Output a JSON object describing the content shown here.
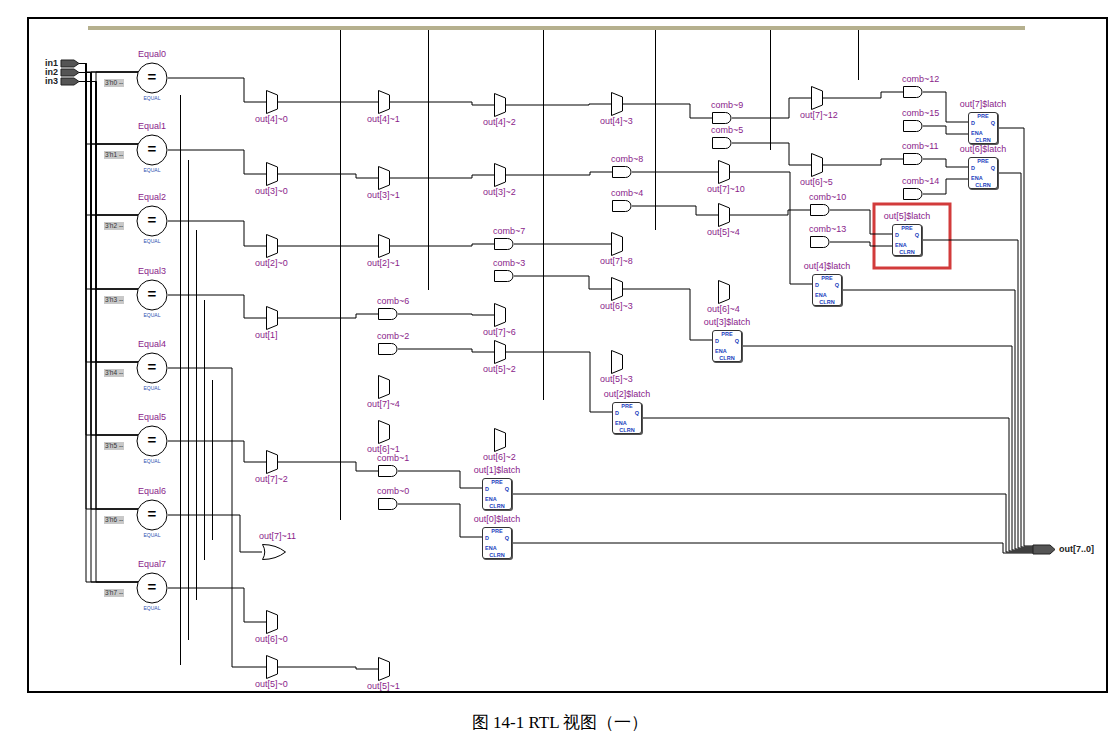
{
  "diagram": {
    "caption": "图 14-1 RTL 视图（一）",
    "nodes": [
      {
        "text": [
          "in1"
        ]
      },
      {
        "text": [
          "in2"
        ]
      },
      {
        "text": [
          "in3"
        ]
      },
      {
        "text": [
          "Equal0",
          "=",
          "EQUAL"
        ]
      },
      {
        "text": [
          "Equal1",
          "=",
          "EQUAL"
        ]
      },
      {
        "text": [
          "Equal2",
          "=",
          "EQUAL"
        ]
      },
      {
        "text": [
          "Equal3",
          "=",
          "EQUAL"
        ]
      },
      {
        "text": [
          "Equal4",
          "=",
          "EQUAL"
        ]
      },
      {
        "text": [
          "Equal5",
          "=",
          "EQUAL"
        ]
      },
      {
        "text": [
          "Equal6",
          "=",
          "EQUAL"
        ]
      },
      {
        "text": [
          "Equal7",
          "=",
          "EQUAL"
        ]
      },
      {
        "text": [
          "out[4]~0"
        ]
      },
      {
        "text": [
          "out[3]~0"
        ]
      },
      {
        "text": [
          "out[2]~0"
        ]
      },
      {
        "text": [
          "out[1]"
        ]
      },
      {
        "text": [
          "out[7]~2"
        ]
      },
      {
        "text": [
          "out[7]~11"
        ]
      },
      {
        "text": [
          "out[6]~0"
        ]
      },
      {
        "text": [
          "out[5]~0"
        ]
      },
      {
        "text": [
          "out[4]~1"
        ]
      },
      {
        "text": [
          "out[3]~1"
        ]
      },
      {
        "text": [
          "out[2]~1"
        ]
      },
      {
        "text": [
          "comb~6"
        ]
      },
      {
        "text": [
          "comb~2"
        ]
      },
      {
        "text": [
          "out[7]~4"
        ]
      },
      {
        "text": [
          "out[6]~1"
        ]
      },
      {
        "text": [
          "comb~1"
        ]
      },
      {
        "text": [
          "comb~0"
        ]
      },
      {
        "text": [
          "out[5]~1"
        ]
      },
      {
        "text": [
          "out[4]~2"
        ]
      },
      {
        "text": [
          "out[3]~2"
        ]
      },
      {
        "text": [
          "comb~7"
        ]
      },
      {
        "text": [
          "comb~3"
        ]
      },
      {
        "text": [
          "out[7]~6"
        ]
      },
      {
        "text": [
          "out[5]~2"
        ]
      },
      {
        "text": [
          "out[6]~2"
        ]
      },
      {
        "text": [
          "out[1]$latch",
          "PRE",
          "D",
          "Q",
          "ENA",
          "CLRN"
        ]
      },
      {
        "text": [
          "out[0]$latch",
          "PRE",
          "D",
          "Q",
          "ENA",
          "CLRN"
        ]
      },
      {
        "text": [
          "out[4]~3"
        ]
      },
      {
        "text": [
          "comb~8"
        ]
      },
      {
        "text": [
          "comb~4"
        ]
      },
      {
        "text": [
          "out[7]~8"
        ]
      },
      {
        "text": [
          "out[6]~3"
        ]
      },
      {
        "text": [
          "out[5]~3"
        ]
      },
      {
        "text": [
          "out[2]$latch",
          "PRE",
          "D",
          "Q",
          "ENA",
          "CLRN"
        ]
      },
      {
        "text": [
          "comb~9"
        ]
      },
      {
        "text": [
          "comb~5"
        ]
      },
      {
        "text": [
          "out[7]~10"
        ]
      },
      {
        "text": [
          "out[5]~4"
        ]
      },
      {
        "text": [
          "out[6]~4"
        ]
      },
      {
        "text": [
          "out[3]$latch",
          "PRE",
          "D",
          "Q",
          "ENA",
          "CLRN"
        ]
      },
      {
        "text": [
          "out[7]~12"
        ]
      },
      {
        "text": [
          "out[6]~5"
        ]
      },
      {
        "text": [
          "comb~10"
        ]
      },
      {
        "text": [
          "comb~13"
        ]
      },
      {
        "text": [
          "out[4]$latch",
          "PRE",
          "D",
          "Q",
          "ENA",
          "CLRN"
        ]
      },
      {
        "text": [
          "comb~12"
        ]
      },
      {
        "text": [
          "comb~15"
        ]
      },
      {
        "text": [
          "comb~11"
        ]
      },
      {
        "text": [
          "comb~14"
        ]
      },
      {
        "text": [
          "out[7]$latch",
          "PRE",
          "D",
          "Q",
          "ENA",
          "CLRN"
        ]
      },
      {
        "text": [
          "out[6]$latch",
          "PRE",
          "D",
          "Q",
          "ENA",
          "CLRN"
        ]
      },
      {
        "text": [
          "out[5]$latch",
          "PRE",
          "D",
          "Q",
          "ENA",
          "CLRN"
        ]
      },
      {
        "text": [
          "out[7..0]"
        ]
      }
    ],
    "edges": [
      {
        "from": 0,
        "to": 3,
        "arrow": "none"
      },
      {
        "from": 0,
        "to": 4,
        "arrow": "none"
      },
      {
        "from": 0,
        "to": 5,
        "arrow": "none"
      },
      {
        "from": 0,
        "to": 6,
        "arrow": "none"
      },
      {
        "from": 0,
        "to": 7,
        "arrow": "none"
      },
      {
        "from": 0,
        "to": 8,
        "arrow": "none"
      },
      {
        "from": 0,
        "to": 9,
        "arrow": "none"
      },
      {
        "from": 0,
        "to": 10,
        "arrow": "none"
      },
      {
        "from": 1,
        "to": 3,
        "arrow": "none"
      },
      {
        "from": 1,
        "to": 4,
        "arrow": "none"
      },
      {
        "from": 1,
        "to": 5,
        "arrow": "none"
      },
      {
        "from": 1,
        "to": 6,
        "arrow": "none"
      },
      {
        "from": 1,
        "to": 7,
        "arrow": "none"
      },
      {
        "from": 1,
        "to": 8,
        "arrow": "none"
      },
      {
        "from": 1,
        "to": 9,
        "arrow": "none"
      },
      {
        "from": 1,
        "to": 10,
        "arrow": "none"
      },
      {
        "from": 2,
        "to": 3,
        "arrow": "none"
      },
      {
        "from": 2,
        "to": 4,
        "arrow": "none"
      },
      {
        "from": 2,
        "to": 5,
        "arrow": "none"
      },
      {
        "from": 2,
        "to": 6,
        "arrow": "none"
      },
      {
        "from": 2,
        "to": 7,
        "arrow": "none"
      },
      {
        "from": 2,
        "to": 8,
        "arrow": "none"
      },
      {
        "from": 2,
        "to": 9,
        "arrow": "none"
      },
      {
        "from": 2,
        "to": 10,
        "arrow": "none"
      },
      {
        "from": 3,
        "to": 11,
        "arrow": "none"
      },
      {
        "from": 4,
        "to": 12,
        "arrow": "none"
      },
      {
        "from": 5,
        "to": 13,
        "arrow": "none"
      },
      {
        "from": 6,
        "to": 14,
        "arrow": "none"
      },
      {
        "from": 8,
        "to": 15,
        "arrow": "none"
      },
      {
        "from": 9,
        "to": 16,
        "arrow": "none"
      },
      {
        "from": 10,
        "to": 17,
        "arrow": "none"
      },
      {
        "from": 7,
        "to": 18,
        "arrow": "none"
      },
      {
        "from": 11,
        "to": 19,
        "arrow": "none"
      },
      {
        "from": 19,
        "to": 29,
        "arrow": "none"
      },
      {
        "from": 29,
        "to": 38,
        "arrow": "none"
      },
      {
        "from": 12,
        "to": 20,
        "arrow": "none"
      },
      {
        "from": 20,
        "to": 30,
        "arrow": "none"
      },
      {
        "from": 13,
        "to": 21,
        "arrow": "none"
      },
      {
        "from": 21,
        "to": 31,
        "arrow": "none"
      },
      {
        "from": 14,
        "to": 22,
        "arrow": "none"
      },
      {
        "from": 15,
        "to": 26,
        "arrow": "none"
      },
      {
        "from": 18,
        "to": 28,
        "arrow": "none"
      },
      {
        "from": 22,
        "to": 33,
        "arrow": "none"
      },
      {
        "from": 23,
        "to": 34,
        "arrow": "none"
      },
      {
        "from": 30,
        "to": 39,
        "arrow": "none"
      },
      {
        "from": 31,
        "to": 41,
        "arrow": "none"
      },
      {
        "from": 32,
        "to": 42,
        "arrow": "none"
      },
      {
        "from": 38,
        "to": 45,
        "arrow": "none"
      },
      {
        "from": 39,
        "to": 47,
        "arrow": "none"
      },
      {
        "from": 40,
        "to": 48,
        "arrow": "none"
      },
      {
        "from": 45,
        "to": 51,
        "arrow": "none"
      },
      {
        "from": 46,
        "to": 52,
        "arrow": "none"
      },
      {
        "from": 34,
        "to": 44,
        "arrow": "none"
      },
      {
        "from": 42,
        "to": 50,
        "arrow": "none"
      },
      {
        "from": 47,
        "to": 55,
        "arrow": "none"
      },
      {
        "from": 26,
        "to": 36,
        "arrow": "none"
      },
      {
        "from": 27,
        "to": 37,
        "arrow": "none"
      },
      {
        "from": 51,
        "to": 56,
        "arrow": "none"
      },
      {
        "from": 52,
        "to": 58,
        "arrow": "none"
      },
      {
        "from": 48,
        "to": 53,
        "arrow": "none"
      },
      {
        "from": 56,
        "to": 60,
        "arrow": "none"
      },
      {
        "from": 57,
        "to": 60,
        "arrow": "none"
      },
      {
        "from": 58,
        "to": 61,
        "arrow": "none"
      },
      {
        "from": 59,
        "to": 61,
        "arrow": "none"
      },
      {
        "from": 53,
        "to": 62,
        "arrow": "none"
      },
      {
        "from": 54,
        "to": 62,
        "arrow": "none"
      },
      {
        "from": 60,
        "to": 63,
        "arrow": "none"
      },
      {
        "from": 61,
        "to": 63,
        "arrow": "none"
      },
      {
        "from": 62,
        "to": 63,
        "arrow": "none"
      },
      {
        "from": 55,
        "to": 63,
        "arrow": "none"
      },
      {
        "from": 50,
        "to": 63,
        "arrow": "none"
      },
      {
        "from": 44,
        "to": 63,
        "arrow": "none"
      },
      {
        "from": 36,
        "to": 63,
        "arrow": "none"
      },
      {
        "from": 37,
        "to": 63,
        "arrow": "none"
      }
    ],
    "labels": [
      "3'h0 --",
      "3'h1 --",
      "3'h2 --",
      "3'h3 --",
      "3'h4 --",
      "3'h5 --",
      "3'h6 --",
      "3'h7 --"
    ]
  }
}
